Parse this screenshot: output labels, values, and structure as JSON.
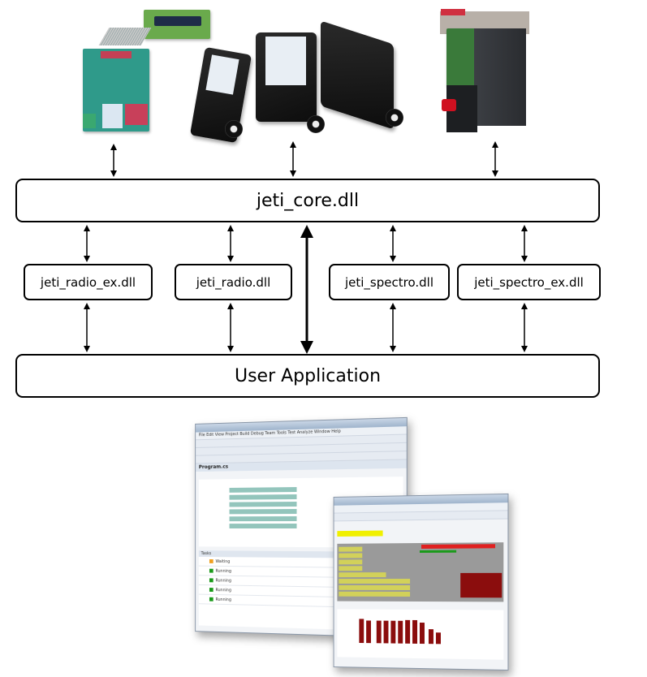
{
  "diagram": {
    "title": "JETI DLL architecture",
    "core": {
      "label": "jeti_core.dll"
    },
    "modules": [
      {
        "label": "jeti_radio_ex.dll"
      },
      {
        "label": "jeti_radio.dll"
      },
      {
        "label": "jeti_spectro.dll"
      },
      {
        "label": "jeti_spectro_ex.dll"
      }
    ],
    "application": {
      "label": "User Application"
    },
    "devices": [
      {
        "name": "OEM board (PCB with ribbon cable)"
      },
      {
        "name": "Spectroradiometer boxes with diffusers"
      },
      {
        "name": "OEM spectrometer module"
      }
    ],
    "connections": [
      {
        "from": "device-oem-board",
        "to": "jeti_core.dll",
        "type": "bidirectional"
      },
      {
        "from": "device-spectro-boxes",
        "to": "jeti_core.dll",
        "type": "bidirectional"
      },
      {
        "from": "device-oem-module",
        "to": "jeti_core.dll",
        "type": "bidirectional"
      },
      {
        "from": "jeti_core.dll",
        "to": "jeti_radio_ex.dll",
        "type": "bidirectional"
      },
      {
        "from": "jeti_core.dll",
        "to": "jeti_radio.dll",
        "type": "bidirectional"
      },
      {
        "from": "jeti_core.dll",
        "to": "jeti_spectro.dll",
        "type": "bidirectional"
      },
      {
        "from": "jeti_core.dll",
        "to": "jeti_spectro_ex.dll",
        "type": "bidirectional"
      },
      {
        "from": "jeti_core.dll",
        "to": "User Application",
        "type": "bidirectional-bold"
      },
      {
        "from": "jeti_radio_ex.dll",
        "to": "User Application",
        "type": "bidirectional"
      },
      {
        "from": "jeti_radio.dll",
        "to": "User Application",
        "type": "bidirectional"
      },
      {
        "from": "jeti_spectro.dll",
        "to": "User Application",
        "type": "bidirectional"
      },
      {
        "from": "jeti_spectro_ex.dll",
        "to": "User Application",
        "type": "bidirectional"
      }
    ]
  },
  "screenshots": {
    "ide": {
      "menu": "File  Edit  View  Project  Build  Debug  Team  Tools  Test  Analyze  Window  Help",
      "doc_tab": "Program.cs",
      "tasks_title": "Tasks",
      "rows": [
        {
          "status": "Waiting",
          "status_color": "#f0a020"
        },
        {
          "status": "Running",
          "status_color": "#1a9a1a"
        },
        {
          "status": "Running",
          "status_color": "#1a9a1a"
        },
        {
          "status": "Running",
          "status_color": "#1a9a1a"
        },
        {
          "status": "Running",
          "status_color": "#1a9a1a"
        }
      ]
    },
    "analyzer": {
      "highlight_color": "#f0f000",
      "bar_color": "#8b0d0d"
    }
  },
  "colors": {
    "line": "#000000",
    "background": "#ffffff"
  }
}
